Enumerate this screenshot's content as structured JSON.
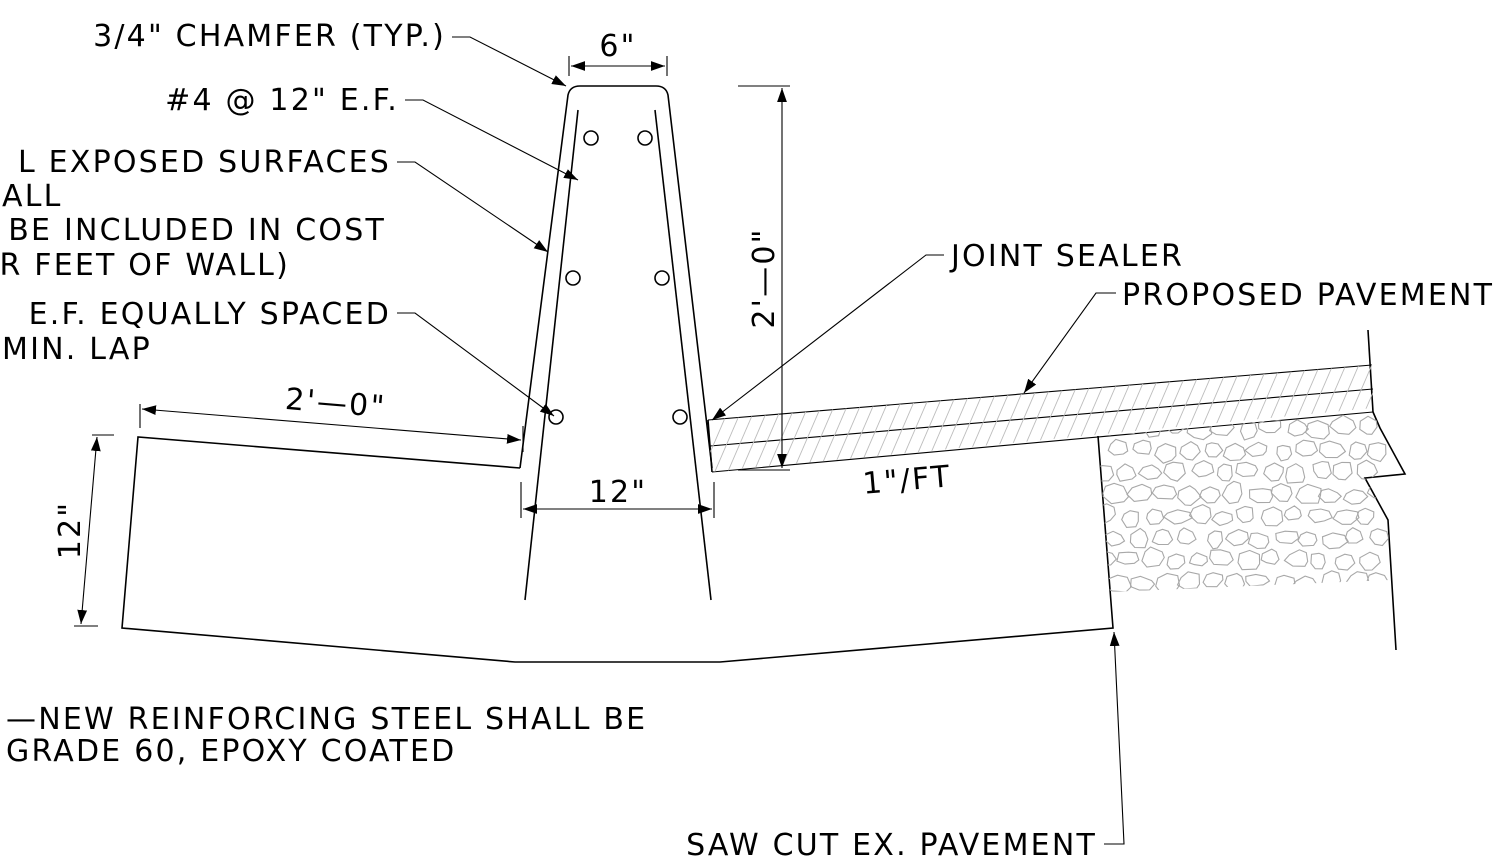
{
  "notes": {
    "chamfer": "3/4\" CHAMFER (TYP.)",
    "bars_ef": "#4 @ 12\" E.F.",
    "exposed_1": "L EXPOSED SURFACES",
    "exposed_2": "ALL",
    "exposed_3": "BE INCLUDED IN COST",
    "exposed_4": "R FEET OF WALL)",
    "spaced_1": "E.F. EQUALLY SPACED",
    "spaced_2": "MIN. LAP",
    "joint_sealer": "JOINT SEALER",
    "proposed_pavement": "PROPOSED PAVEMENT",
    "steel_1": "—NEW REINFORCING STEEL SHALL BE",
    "steel_2": "GRADE 60, EPOXY COATED",
    "saw_cut": "SAW CUT EX. PAVEMENT"
  },
  "dimensions": {
    "top_width": "6\"",
    "wall_height": "2'—0\"",
    "toe_length": "2'—0\"",
    "base_width": "12\"",
    "footing_depth": "12\"",
    "slope": "1\"/FT"
  },
  "colors": {
    "line": "#000000",
    "hatch": "#bdbdbd",
    "gravel": "#a8a8a8"
  }
}
